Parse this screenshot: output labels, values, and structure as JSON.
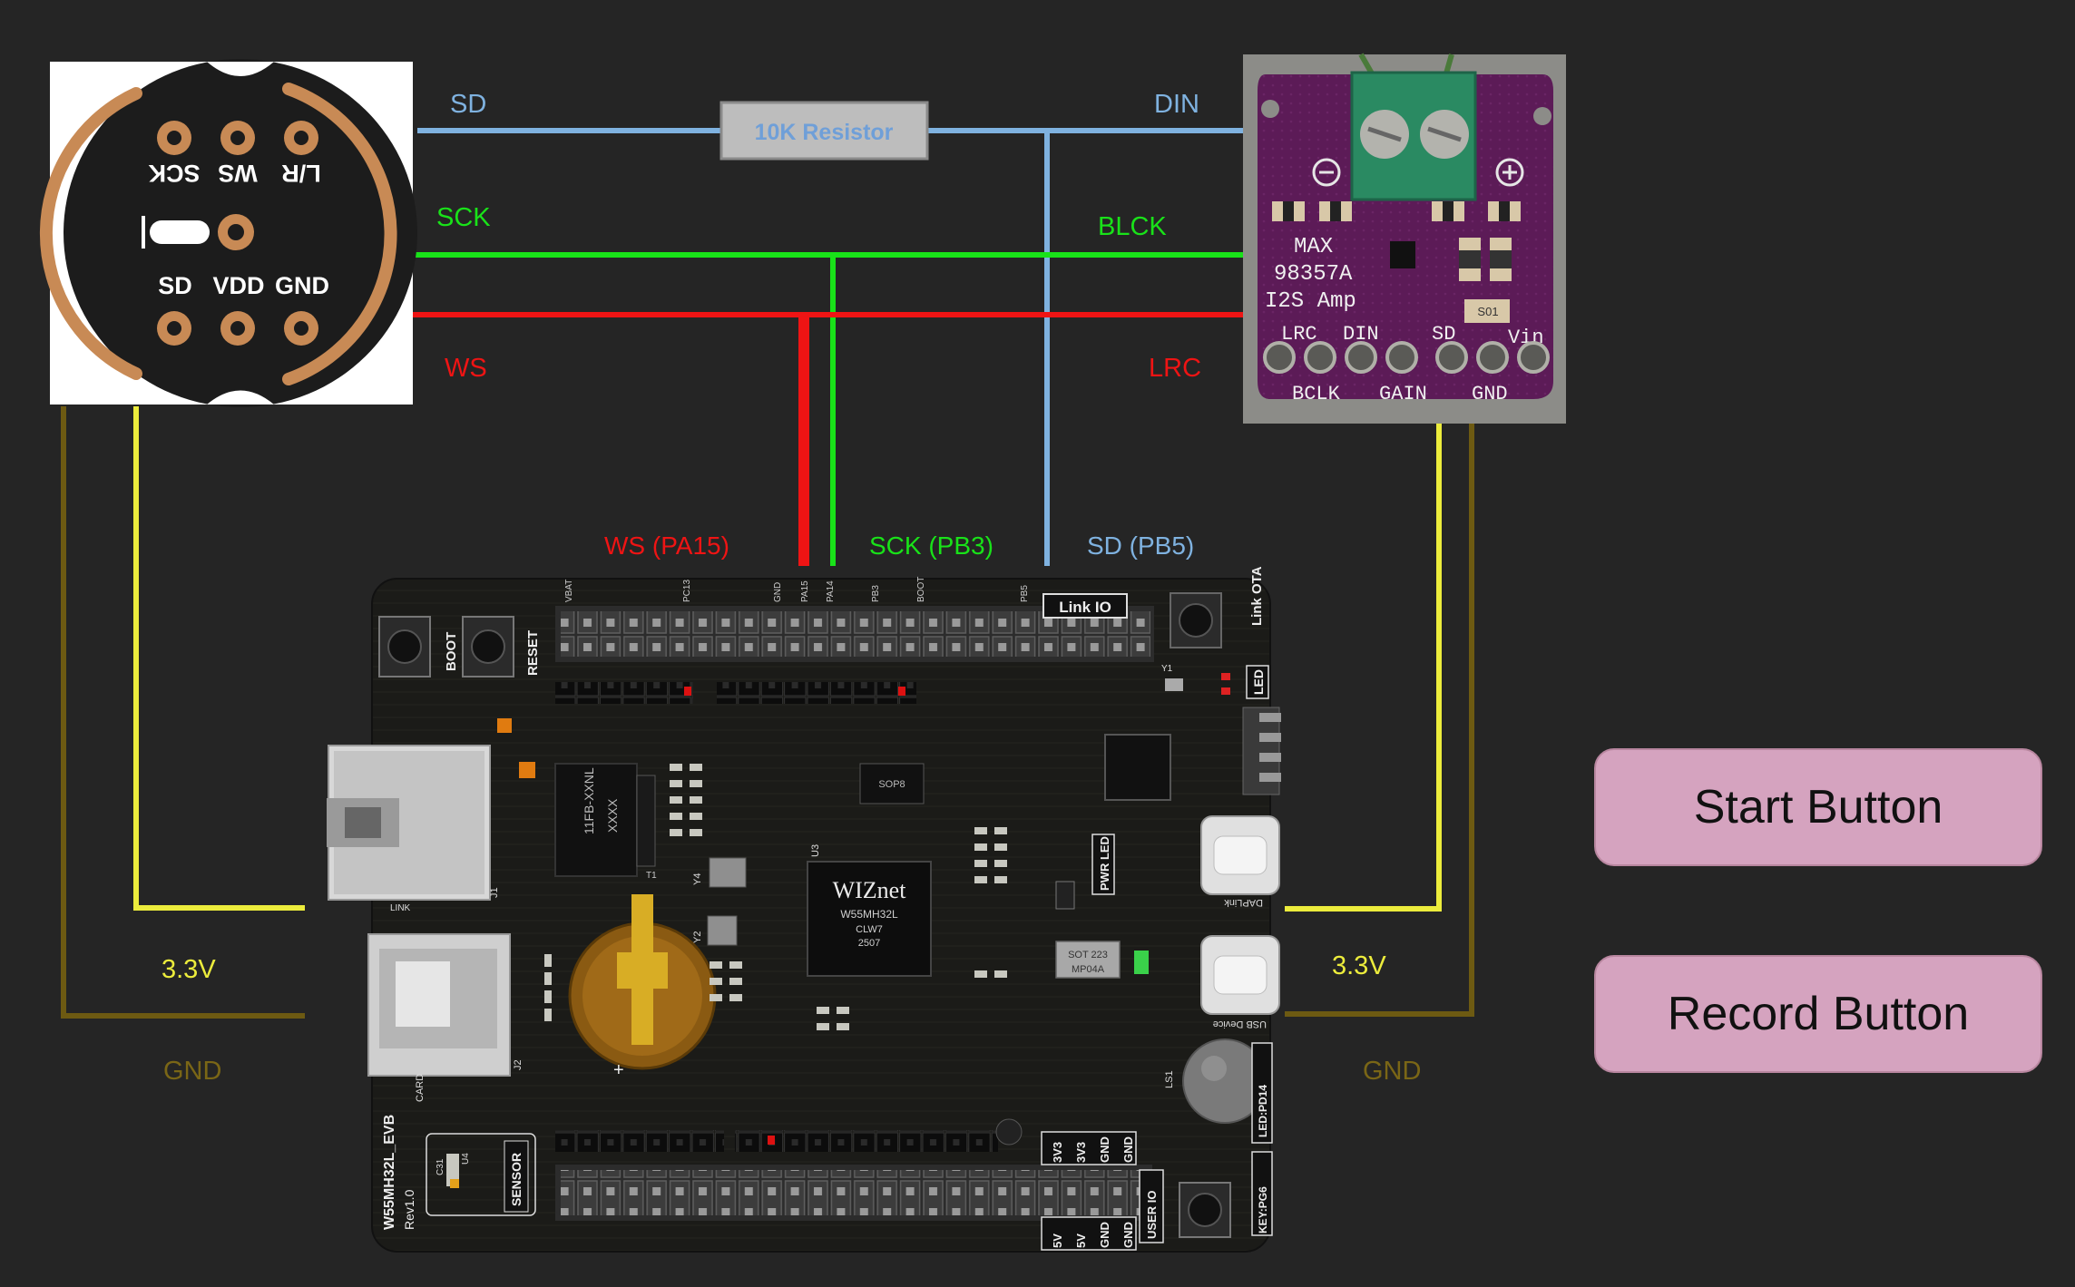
{
  "wire_labels": {
    "sd": "SD",
    "din": "DIN",
    "resistor": "10K Resistor",
    "sck": "SCK",
    "blck": "BLCK",
    "ws": "WS",
    "lrc": "LRC",
    "ws_pin": "WS (PA15)",
    "sck_pin": "SCK (PB3)",
    "sd_pin": "SD (PB5)",
    "v33_left": "3.3V",
    "gnd_left": "GND",
    "v33_right": "3.3V",
    "gnd_right": "GND"
  },
  "mic": {
    "top": [
      "SCK",
      "WS",
      "L/R"
    ],
    "bottom": [
      "SD",
      "VDD",
      "GND"
    ]
  },
  "amp": {
    "chip_text": [
      "MAX",
      "98357A",
      "I2S Amp"
    ],
    "pins_top": [
      "LRC",
      "DIN",
      "SD",
      "Vin"
    ],
    "pins_bottom": [
      "BCLK",
      "GAIN",
      "GND"
    ],
    "part_label": "S01"
  },
  "board": {
    "chip_brand": "WIZnet",
    "chip_model": "W55MH32L",
    "chip_line2": "CLW7",
    "chip_line3": "2507",
    "name": "W55MH32L_EVB",
    "rev": "Rev1.0",
    "labels": {
      "boot": "BOOT",
      "reset": "RESET",
      "link_io": "Link IO",
      "link_ota": "Link OTA",
      "led": "LED",
      "pwr_led": "PWR LED",
      "sensor": "SENSOR",
      "user_io": "USER IO",
      "daplink": "DAPLink",
      "usb_device": "USB Device",
      "key": "KEY:PG6",
      "led_pd14": "LED:PD14",
      "sot": "SOT 223",
      "mp04a": "MP04A",
      "reg_chip": "11FB-XXNL",
      "xxxx": "XXXX",
      "sop8": "SOP8",
      "card": "CARD",
      "link": "LINK",
      "p3v3": "3V3",
      "p5v": "5V",
      "pgnd": "GND",
      "t1": "T1",
      "j1": "J1",
      "j2": "J2",
      "u3": "U3",
      "u4": "U4",
      "y1": "Y1",
      "y2": "Y2",
      "y4": "Y4",
      "c31": "C31",
      "ls1": "LS1"
    }
  },
  "buttons": {
    "start": "Start Button",
    "record": "Record Button"
  },
  "colors": {
    "background": "#252525",
    "sd_wire": "#7fb2e0",
    "sck_wire": "#19e219",
    "ws_wire": "#ef1414",
    "v33_wire": "#ecec3c",
    "gnd_wire": "#6d5a12",
    "gnd_text": "#7a6616",
    "button": "#d5a3bf"
  }
}
